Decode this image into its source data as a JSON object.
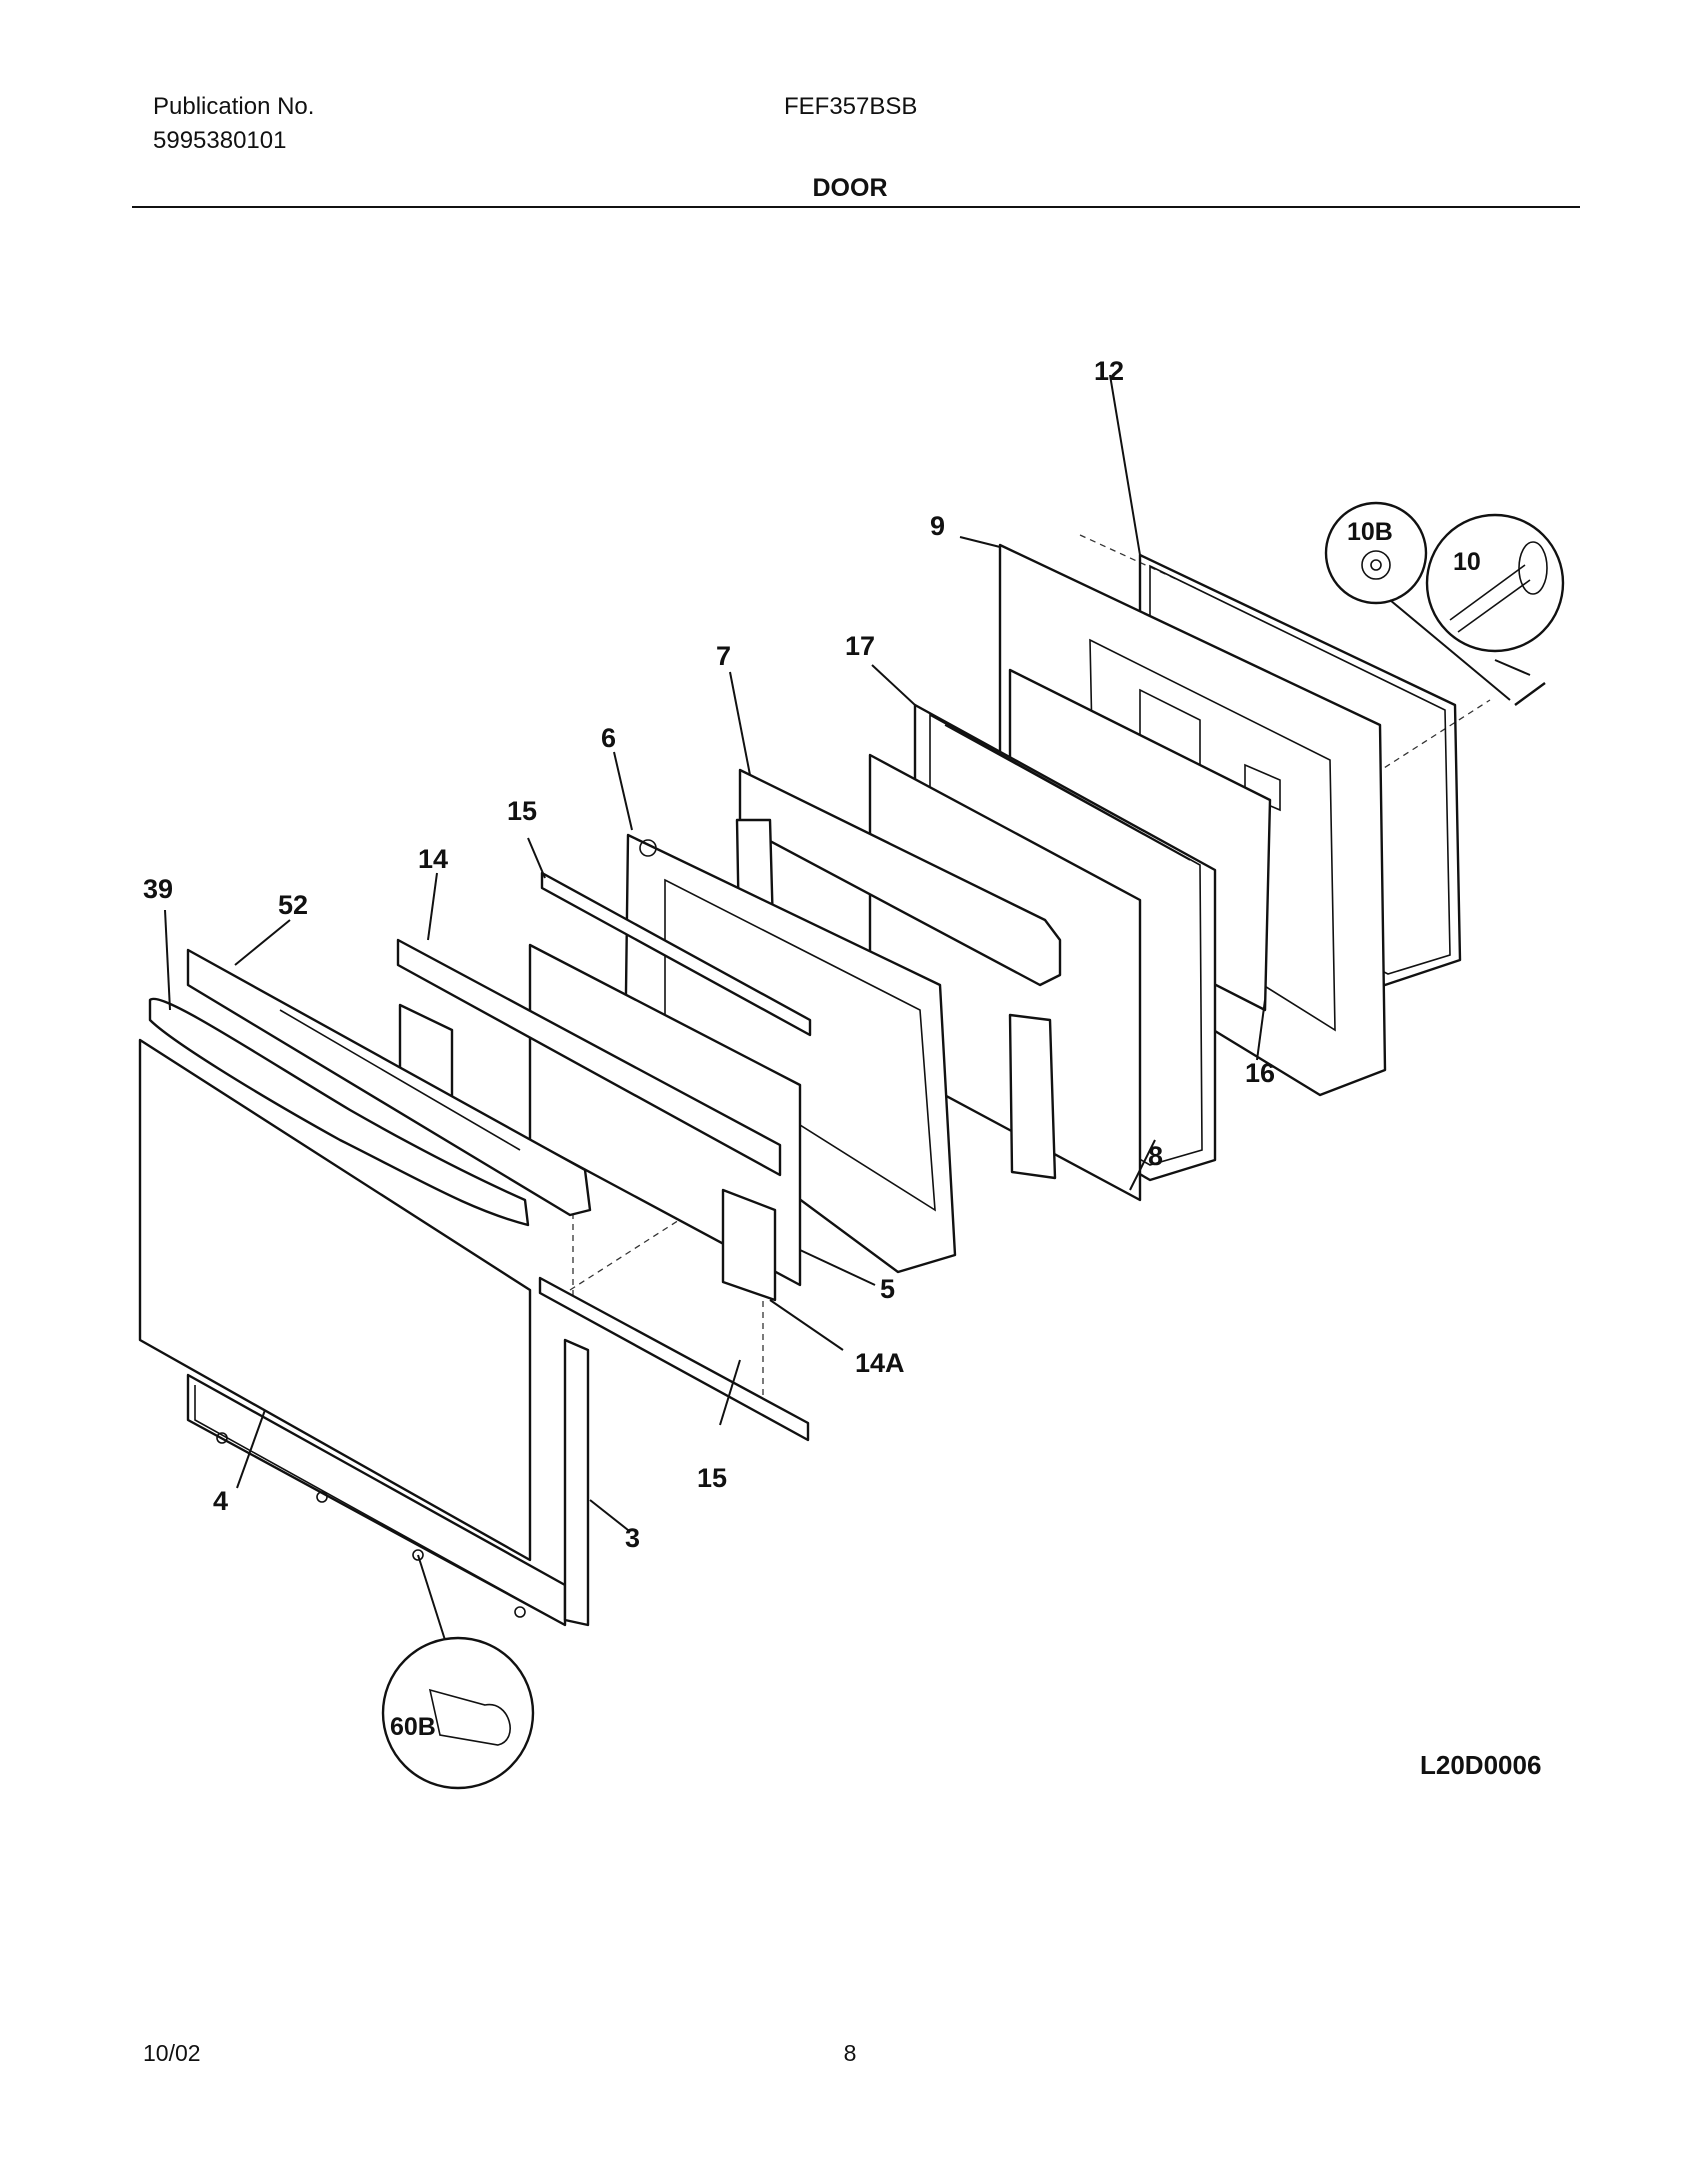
{
  "header": {
    "publication_label": "Publication No.",
    "publication_number": "5995380101",
    "model": "FEF357BSB",
    "section_title": "DOOR"
  },
  "callouts": {
    "p12": "12",
    "p9": "9",
    "p10B": "10B",
    "p10": "10",
    "p17": "17",
    "p7": "7",
    "p6": "6",
    "p15a": "15",
    "p14": "14",
    "p39": "39",
    "p52": "52",
    "p16": "16",
    "p8": "8",
    "p5": "5",
    "p14A": "14A",
    "p15b": "15",
    "p4": "4",
    "p3": "3",
    "p60B": "60B"
  },
  "drawing_code": "L20D0006",
  "footer": {
    "date": "10/02",
    "page_number": "8"
  }
}
